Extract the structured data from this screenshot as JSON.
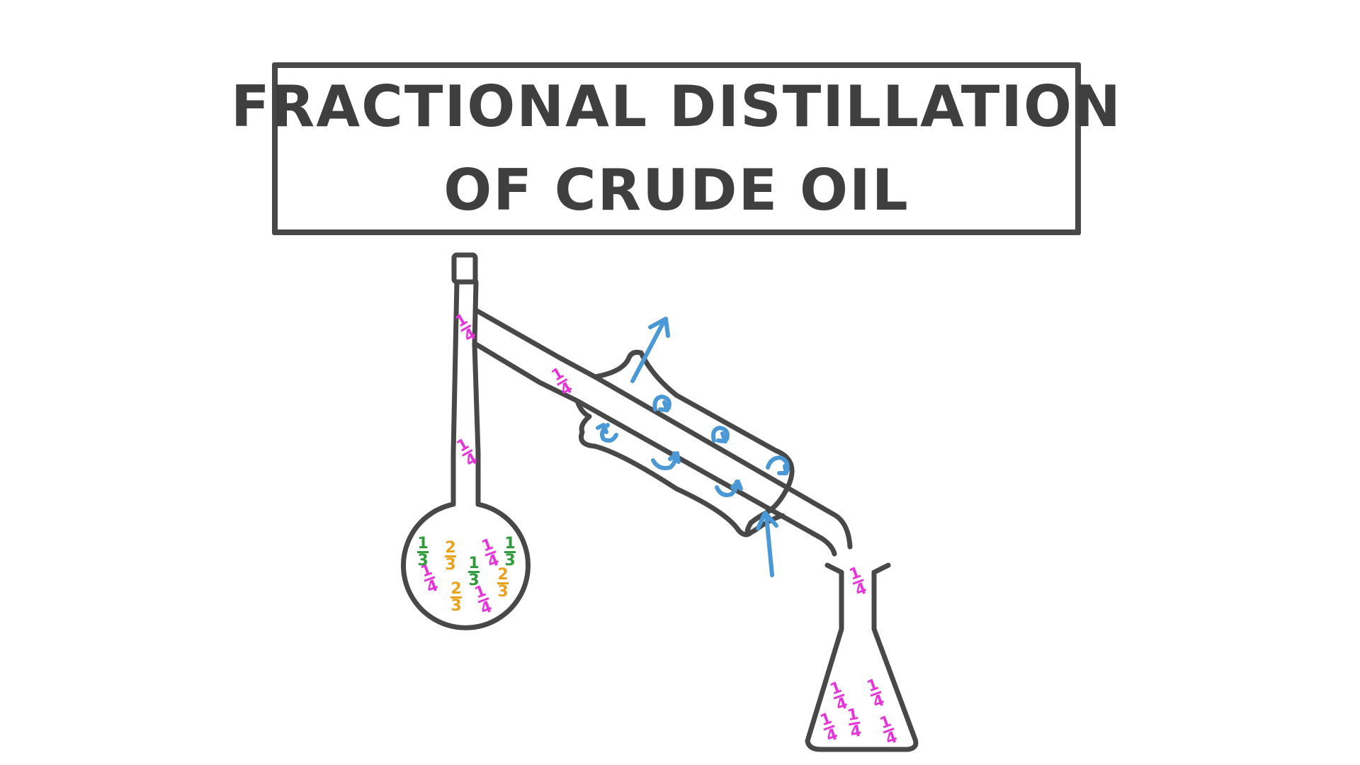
{
  "title": {
    "line1": "FRACTIONAL DISTILLATION",
    "line2": "OF CRUDE OIL"
  },
  "colors": {
    "outline": "#484848",
    "water_arrows": "#4a98d6",
    "fraction_quarter": "#e535d8",
    "fraction_third": "#2e9a3a",
    "fraction_two_thirds": "#eaa21c"
  },
  "fractions": {
    "quarter": {
      "num": "1",
      "den": "4"
    },
    "third": {
      "num": "1",
      "den": "3"
    },
    "two_thirds": {
      "num": "2",
      "den": "3"
    }
  },
  "icons": {
    "water_out": "arrow-up-icon",
    "water_in": "arrow-up-icon",
    "circulation": "curved-arrow-icon"
  }
}
